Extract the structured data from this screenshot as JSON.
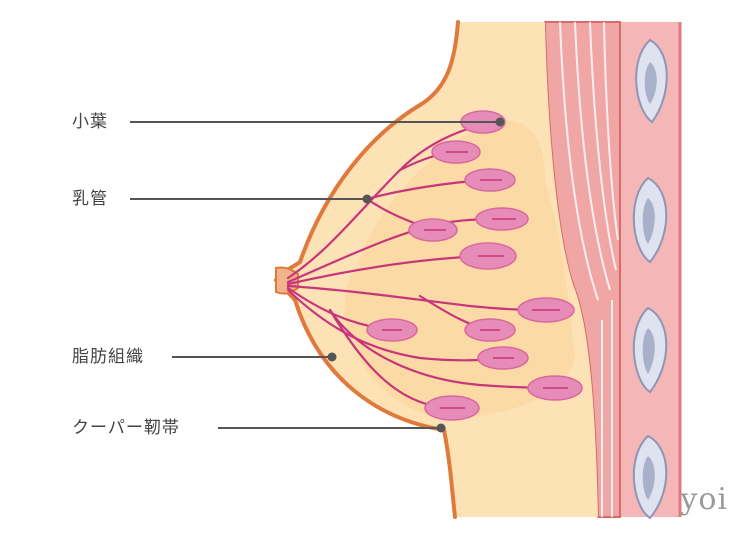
{
  "labels": {
    "lobule": "小葉",
    "duct": "乳管",
    "fat": "脂肪組織",
    "cooper": "クーパー靭帯"
  },
  "watermark": "yoi",
  "colors": {
    "fat": "#fde2b6",
    "fat_dark": "#f9d398",
    "skin_outline": "#e07a3c",
    "muscle": "#f1a6a6",
    "muscle_dark": "#e98b8b",
    "rib": "#dfe3f0",
    "rib_core": "#a9b0c9",
    "duct": "#c8357a",
    "lobule": "#e78bb9",
    "leader_line": "#555555"
  }
}
